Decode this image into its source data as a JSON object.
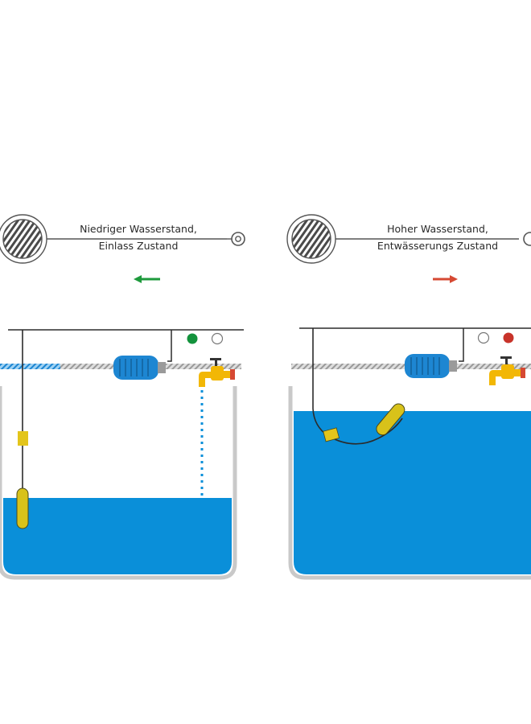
{
  "panels": [
    {
      "id": "low",
      "caption_line1": "Niedriger Wasserstand,",
      "caption_line2": "Einlass Zustand",
      "arrow_direction": "left",
      "arrow_color": "#1e9a3c",
      "indicator_active": "left",
      "indicator_active_color": "#13923c",
      "water_level_fraction": 0.36,
      "float_position": "hanging",
      "inlet_flow": true
    },
    {
      "id": "high",
      "caption_line1": "Hoher Wasserstand,",
      "caption_line2": "Entwässerungs Zustand",
      "arrow_direction": "right",
      "arrow_color": "#d64933",
      "indicator_active": "right",
      "indicator_active_color": "#c8332a",
      "water_level_fraction": 0.88,
      "float_position": "floating",
      "inlet_flow": false
    }
  ],
  "colors": {
    "water": "#0a8fd9",
    "pump": "#1d86d2",
    "faucet": "#f2b705",
    "float": "#d8c21a",
    "tank_wall": "#c9c9c9",
    "wire": "#2b2b2b"
  }
}
